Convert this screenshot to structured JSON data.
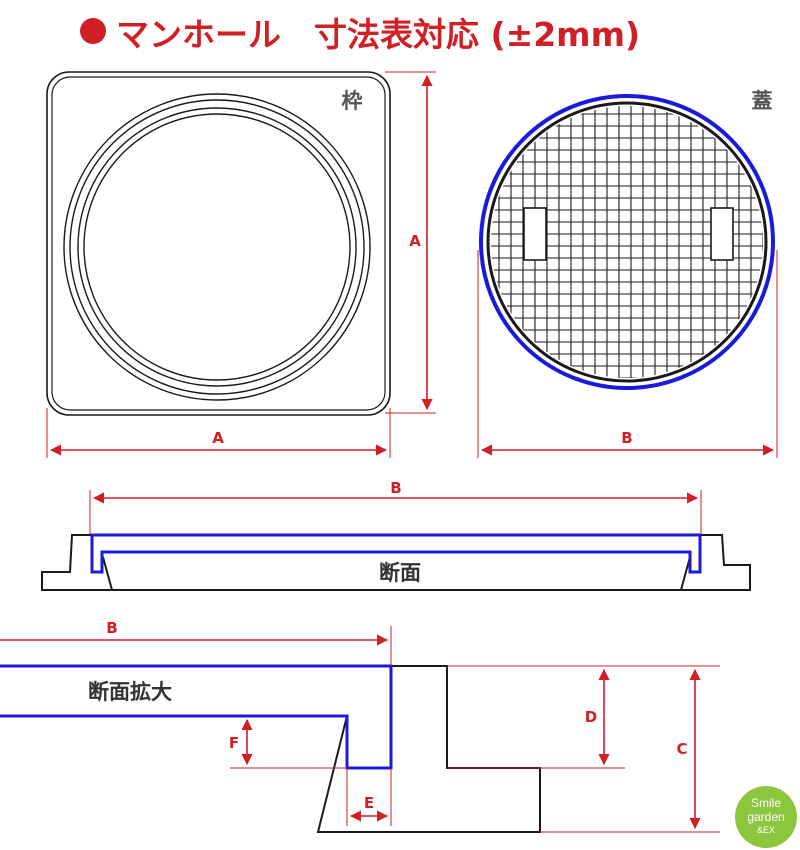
{
  "title": "マンホール　寸法表対応 (±2mm)",
  "colors": {
    "accent": "#d11f26",
    "blue": "#1a1adb",
    "line": "#1a1a1a",
    "brand": "#8cc63f"
  },
  "views": {
    "frame_label": "枠",
    "cover_label": "蓋",
    "section_label": "断面",
    "enlarged_label": "断面拡大"
  },
  "dimensions": {
    "frame_width": "A",
    "frame_height": "A",
    "cover_diameter": "B",
    "section_width": "B",
    "enlarged_width": "B",
    "D": "D",
    "C": "C",
    "F": "F",
    "E": "E"
  },
  "logo": {
    "line1": "Smile",
    "line2": "garden",
    "line3": "&EX"
  }
}
